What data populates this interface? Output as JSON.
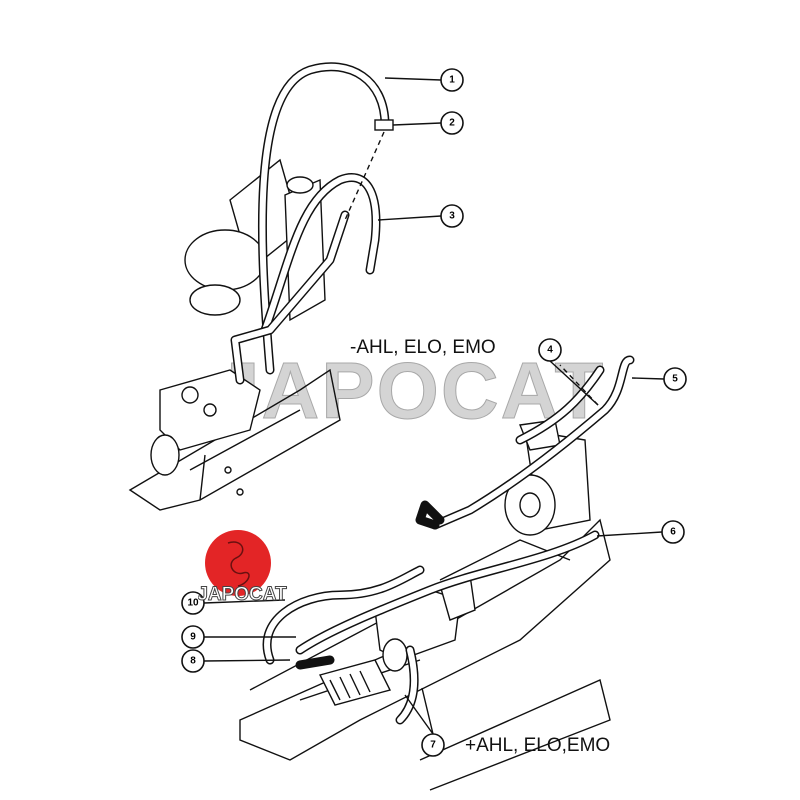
{
  "callouts": [
    "1",
    "2",
    "3",
    "4",
    "5",
    "6",
    "7",
    "8",
    "9",
    "10"
  ],
  "variant_labels": {
    "without": "-AHL, ELO, EMO",
    "with": "+AHL, ELO,EMO"
  },
  "watermark": "JAPOCAT",
  "logo": {
    "text": "JAPOCAT",
    "color": "#e32526"
  }
}
